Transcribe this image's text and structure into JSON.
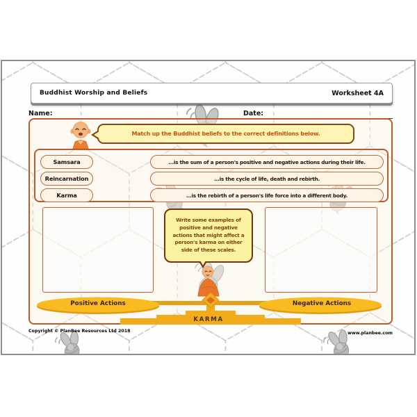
{
  "header": {
    "title": "Buddhist Worship and Beliefs",
    "worksheet": "Worksheet 4A"
  },
  "fields": {
    "name_label": "Name:",
    "date_label": "Date:"
  },
  "intro_bubble": {
    "text": "Match up the Buddhist beliefs to the correct definitions below."
  },
  "matching": {
    "terms": [
      "Samsara",
      "Reincarnation",
      "Karma"
    ],
    "definitions": [
      "...is the sum of a person's positive and negative actions during their life.",
      "...is the cycle of life, death and rebirth.",
      "...is the rebirth of a person's life force into a different body."
    ]
  },
  "task_bubble": {
    "text": "Write some examples of positive and negative actions that might affect a person's karma on either side of these scales."
  },
  "scales": {
    "left_label": "Positive Actions",
    "right_label": "Negative Actions",
    "base_label": "KARMA"
  },
  "footer": {
    "copyright": "Copyright © PlanBee Resources Ltd 2018",
    "website": "www.planbee.com"
  },
  "icons": {
    "monk": "monk-character",
    "bee": "planbee-bee"
  },
  "colors": {
    "accent_orange": "#bf5a2b",
    "gold": "#f5b41d",
    "bubble_yellow": "#fcf5b4",
    "pill_cream": "#fdf4e6",
    "bee_grey": "#b9b9b9",
    "bubble_border_brown": "#6e3710",
    "instruction_text": "#c44f17"
  }
}
